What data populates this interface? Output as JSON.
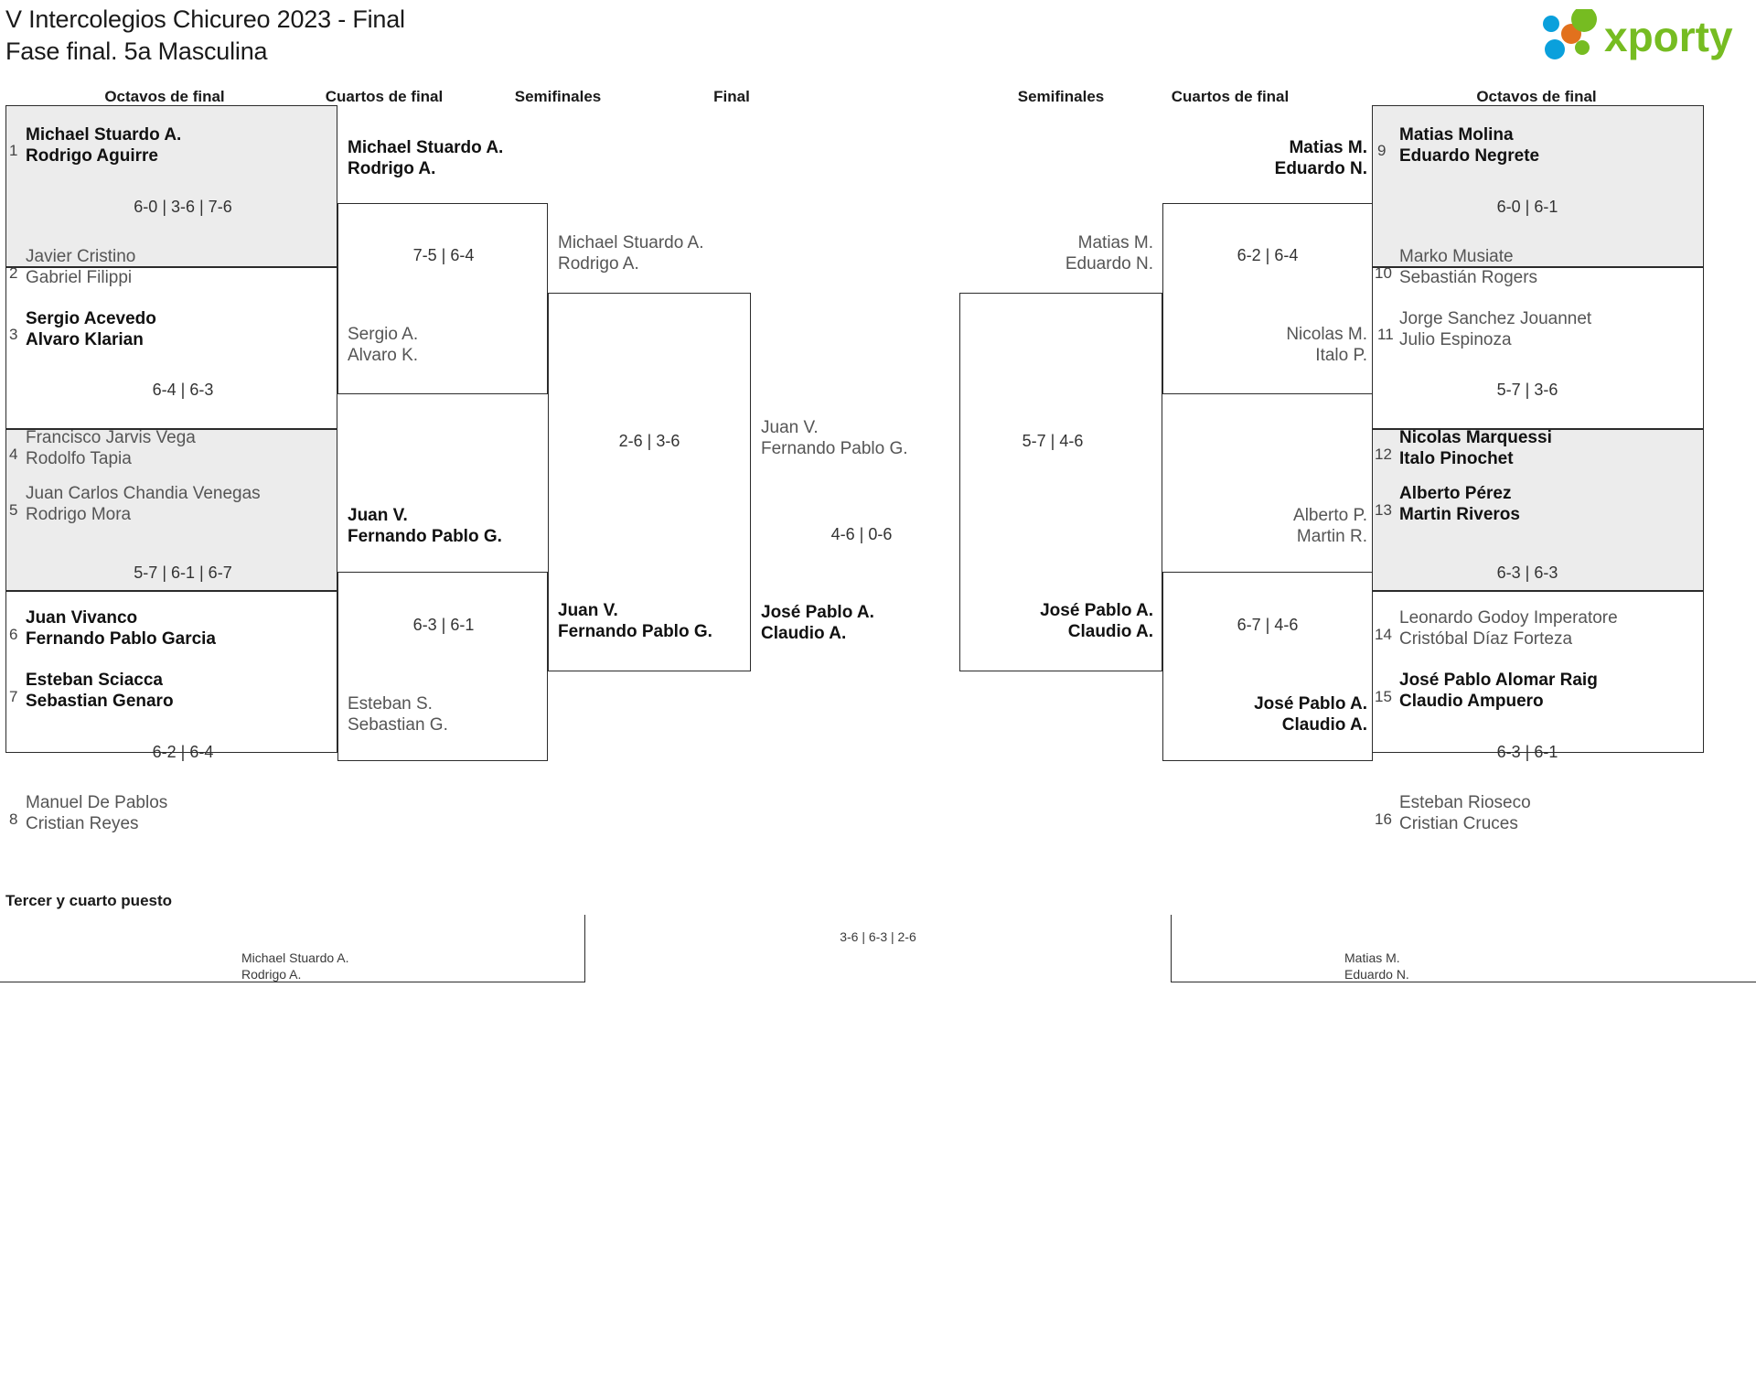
{
  "header": {
    "title_line1": "V Intercolegios Chicureo 2023 - Final",
    "title_line2": "Fase final. 5a Masculina",
    "logo_text": "xporty",
    "logo_colors": {
      "green": "#76bc21",
      "blue": "#0aa0dc",
      "orange": "#e2711d"
    }
  },
  "rounds": [
    {
      "label": "Octavos de final"
    },
    {
      "label": "Cuartos de final"
    },
    {
      "label": "Semifinales"
    },
    {
      "label": "Final"
    },
    {
      "label": "Semifinales"
    },
    {
      "label": "Cuartos de final"
    },
    {
      "label": "Octavos de final"
    }
  ],
  "left": {
    "r16": [
      {
        "seed": "1",
        "team": "Michael Stuardo A.\nRodrigo Aguirre",
        "result": "win",
        "shaded": true
      },
      {
        "seed": "2",
        "team": "Javier Cristino\nGabriel Filippi",
        "result": "lose",
        "shaded": true
      },
      {
        "seed": "3",
        "team": "Sergio Acevedo\nAlvaro Klarian",
        "result": "win",
        "shaded": false
      },
      {
        "seed": "4",
        "team": "Francisco Jarvis Vega\nRodolfo Tapia",
        "result": "lose",
        "shaded": false
      },
      {
        "seed": "5",
        "team": "Juan Carlos Chandia Venegas\nRodrigo Mora",
        "result": "lose",
        "shaded": true
      },
      {
        "seed": "6",
        "team": "Juan Vivanco\nFernando Pablo Garcia",
        "result": "win",
        "shaded": true
      },
      {
        "seed": "7",
        "team": "Esteban Sciacca\nSebastian Genaro",
        "result": "win",
        "shaded": false
      },
      {
        "seed": "8",
        "team": "Manuel De Pablos\nCristian Reyes",
        "result": "lose",
        "shaded": false
      }
    ],
    "r16_scores": [
      "6-0 | 3-6 | 7-6",
      "6-4 | 6-3",
      "5-7 | 6-1 | 6-7",
      "6-2 | 6-4"
    ],
    "qf": [
      {
        "team": "Michael Stuardo A.\nRodrigo A.",
        "result": "win"
      },
      {
        "team": "Sergio A.\nAlvaro K.",
        "result": "lose"
      },
      {
        "team": "Juan V.\nFernando Pablo G.",
        "result": "win"
      },
      {
        "team": "Esteban S.\nSebastian G.",
        "result": "lose"
      }
    ],
    "qf_scores": [
      "7-5 | 6-4",
      "6-3 | 6-1"
    ],
    "sf": [
      {
        "team": "Michael Stuardo A.\nRodrigo A.",
        "result": "lose"
      },
      {
        "team": "Juan V.\nFernando Pablo G.",
        "result": "win"
      }
    ],
    "sf_score": "2-6 | 3-6"
  },
  "final": {
    "top": {
      "team": "Juan V.\nFernando Pablo G.",
      "result": "lose"
    },
    "bottom": {
      "team": "José Pablo A.\nClaudio A.",
      "result": "win"
    },
    "score": "4-6 | 0-6"
  },
  "right": {
    "r16": [
      {
        "seed": "9",
        "team": "Matias Molina\nEduardo Negrete",
        "result": "win",
        "shaded": true
      },
      {
        "seed": "10",
        "team": "Marko Musiate\nSebastián Rogers",
        "result": "lose",
        "shaded": true
      },
      {
        "seed": "11",
        "team": "Jorge Sanchez Jouannet\nJulio Espinoza",
        "result": "lose",
        "shaded": false
      },
      {
        "seed": "12",
        "team": "Nicolas Marquessi\nItalo Pinochet",
        "result": "win",
        "shaded": false
      },
      {
        "seed": "13",
        "team": "Alberto Pérez\nMartin Riveros",
        "result": "win",
        "shaded": true
      },
      {
        "seed": "14",
        "team": "Leonardo Godoy Imperatore\nCristóbal Díaz Forteza",
        "result": "lose",
        "shaded": true
      },
      {
        "seed": "15",
        "team": "José Pablo Alomar Raig\nClaudio Ampuero",
        "result": "win",
        "shaded": false
      },
      {
        "seed": "16",
        "team": "Esteban Rioseco\nCristian Cruces",
        "result": "lose",
        "shaded": false
      }
    ],
    "r16_scores": [
      "6-0 | 6-1",
      "5-7 | 3-6",
      "6-3 | 6-3",
      "6-3 | 6-1"
    ],
    "qf": [
      {
        "team": "Matias M.\nEduardo N.",
        "result": "win"
      },
      {
        "team": "Nicolas M.\nItalo P.",
        "result": "lose"
      },
      {
        "team": "Alberto P.\nMartin R.",
        "result": "lose"
      },
      {
        "team": "José Pablo A.\nClaudio A.",
        "result": "win"
      }
    ],
    "qf_scores": [
      "6-2 | 6-4",
      "6-7 | 4-6"
    ],
    "sf": [
      {
        "team": "Matias M.\nEduardo N.",
        "result": "lose"
      },
      {
        "team": "José Pablo A.\nClaudio A.",
        "result": "win"
      }
    ],
    "sf_score": "5-7 | 4-6"
  },
  "third_place": {
    "title": "Tercer y cuarto puesto",
    "left_team": "Michael Stuardo A.\nRodrigo A.",
    "right_team": "Matias M.\nEduardo N.",
    "score": "3-6 | 6-3 | 2-6"
  }
}
